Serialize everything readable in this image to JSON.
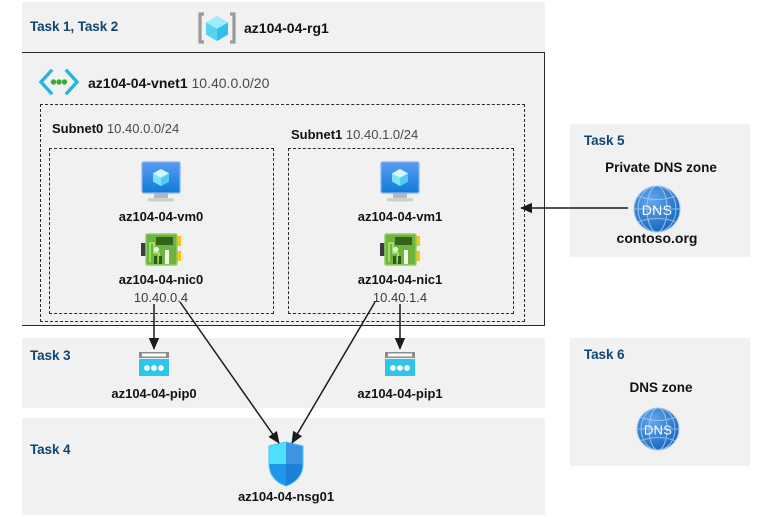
{
  "diagram": {
    "title_context": "Azure AZ-104 lab architecture",
    "colors": {
      "task_label": "#10456f",
      "panel_bg": "#f1f1f1",
      "border": "#2b2b2b",
      "vm_icon": "#1e88e5",
      "nic_icon": "#6ab33e",
      "pip_icon": "#29c3e6",
      "dns_icon": "#2b7cd3",
      "nsg_icon": "#32bdf4",
      "rg_icon": "#50d6f5"
    }
  },
  "resource_group": {
    "task_label": "Task 1, Task 2",
    "icon": "resource-group-icon",
    "name": "az104-04-rg1"
  },
  "vnet": {
    "icon": "virtual-network-icon",
    "name": "az104-04-vnet1",
    "address_space": "10.40.0.0/20"
  },
  "subnets": [
    {
      "name": "Subnet0",
      "cidr": "10.40.0.0/24",
      "vm": {
        "icon": "virtual-machine-icon",
        "name": "az104-04-vm0"
      },
      "nic": {
        "icon": "network-interface-icon",
        "name": "az104-04-nic0",
        "ip": "10.40.0.4"
      }
    },
    {
      "name": "Subnet1",
      "cidr": "10.40.1.0/24",
      "vm": {
        "icon": "virtual-machine-icon",
        "name": "az104-04-vm1"
      },
      "nic": {
        "icon": "network-interface-icon",
        "name": "az104-04-nic1",
        "ip": "10.40.1.4"
      }
    }
  ],
  "task3": {
    "task_label": "Task 3",
    "public_ips": [
      {
        "icon": "public-ip-address-icon",
        "name": "az104-04-pip0"
      },
      {
        "icon": "public-ip-address-icon",
        "name": "az104-04-pip1"
      }
    ]
  },
  "task4": {
    "task_label": "Task 4",
    "nsg": {
      "icon": "network-security-group-icon",
      "name": "az104-04-nsg01"
    }
  },
  "task5": {
    "task_label": "Task 5",
    "heading": "Private DNS zone",
    "icon": "dns-zone-icon",
    "icon_text": "DNS",
    "zone_name": "contoso.org"
  },
  "task6": {
    "task_label": "Task 6",
    "heading": "DNS zone",
    "icon": "dns-zone-icon",
    "icon_text": "DNS"
  }
}
